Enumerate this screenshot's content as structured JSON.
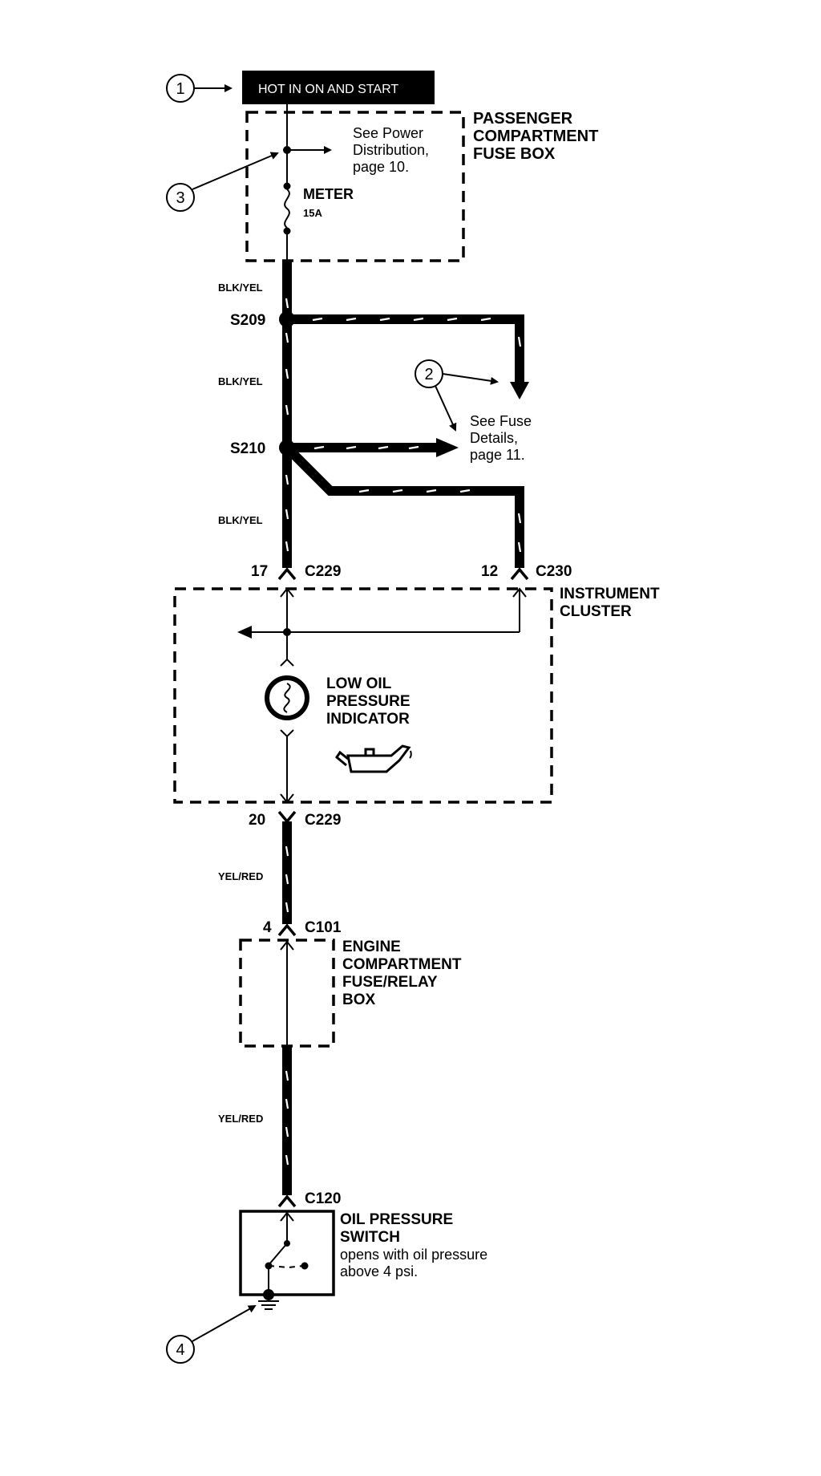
{
  "callouts": [
    "1",
    "2",
    "3",
    "4"
  ],
  "power": {
    "hot_label": "HOT IN ON AND START",
    "see_power_lines": [
      "See Power",
      "Distribution,",
      "page 10."
    ],
    "fuse_box_lines": [
      "PASSENGER",
      "COMPARTMENT",
      "FUSE BOX"
    ],
    "fuse_name": "METER",
    "fuse_rating": "15A"
  },
  "wires": {
    "blk_yel_1": "BLK/YEL",
    "blk_yel_2": "BLK/YEL",
    "blk_yel_3": "BLK/YEL",
    "yel_red_1": "YEL/RED",
    "yel_red_2": "YEL/RED"
  },
  "splices": {
    "s209": "S209",
    "s210": "S210"
  },
  "fuse_details_lines": [
    "See Fuse",
    "Details,",
    "page 11."
  ],
  "connectors": {
    "c229_top_pin": "17",
    "c229_top": "C229",
    "c230_pin": "12",
    "c230": "C230",
    "c229_bottom_pin": "20",
    "c229_bottom": "C229",
    "c101_pin": "4",
    "c101": "C101",
    "c120": "C120"
  },
  "instrument_cluster_lines": [
    "INSTRUMENT",
    "CLUSTER"
  ],
  "indicator_lines": [
    "LOW OIL",
    "PRESSURE",
    "INDICATOR"
  ],
  "engine_box_lines": [
    "ENGINE",
    "COMPARTMENT",
    "FUSE/RELAY",
    "BOX"
  ],
  "switch": {
    "title_lines": [
      "OIL PRESSURE",
      "SWITCH"
    ],
    "desc_lines": [
      "opens with oil pressure",
      "above 4 psi."
    ]
  },
  "colors": {
    "ink": "#000000",
    "paper": "#ffffff"
  }
}
